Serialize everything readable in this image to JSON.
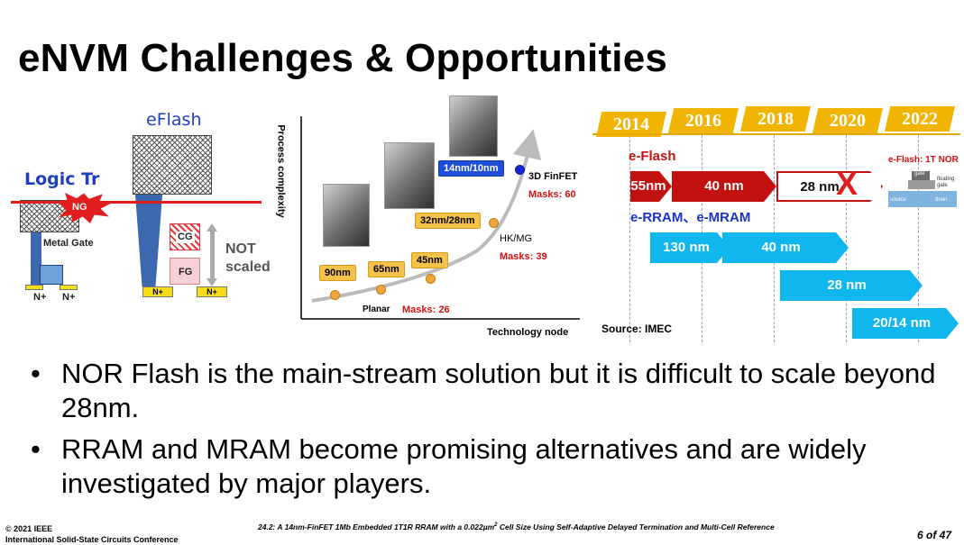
{
  "title": "eNVM Challenges & Opportunities",
  "diagram_left": {
    "logic_tr": "Logic Tr",
    "eflash": "eFlash",
    "ng": "NG",
    "metal_gate": "Metal Gate",
    "nplus_logic": [
      "N+",
      "N+"
    ],
    "cg": "CG",
    "fg": "FG",
    "not_scaled": "NOT scaled",
    "nplus_eflash": [
      "N+",
      "N+"
    ]
  },
  "process_chart": {
    "ylabel": "Process complexity",
    "xlabel": "Technology node",
    "nodes": [
      {
        "label": "90nm"
      },
      {
        "label": "65nm"
      },
      {
        "label": "45nm"
      },
      {
        "label": "32nm/28nm"
      },
      {
        "label": "14nm/10nm"
      }
    ],
    "planar": "Planar",
    "masks_planar": "Masks: 26",
    "hkmg": "HK/MG",
    "masks_hkmg": "Masks: 39",
    "finfet": "3D FinFET",
    "masks_finfet": "Masks: 60"
  },
  "timeline": {
    "years": [
      "2014",
      "2016",
      "2018",
      "2020",
      "2022"
    ],
    "eflash_label": "e-Flash",
    "eflash_arrows": [
      "55nm",
      "40 nm"
    ],
    "eflash_28": "28 nm",
    "cancel_mark": "X",
    "eflash_1t_nor": "e-Flash: 1T NOR",
    "nor_cell": {
      "gate": "gate",
      "floating_gate": "floating gate",
      "source": "source",
      "drain": "drain"
    },
    "rram_label": "e-RRAM、e-MRAM",
    "rram_arrows": [
      "130 nm",
      "40 nm",
      "28 nm",
      "20/14 nm"
    ],
    "source": "Source: IMEC",
    "colors": {
      "flag": "#f1b400",
      "red": "#c2110f",
      "cyan": "#10b6ee"
    }
  },
  "bullets": [
    "NOR Flash is the main-stream solution but it is difficult to scale beyond 28nm.",
    "RRAM and MRAM become promising alternatives and are widely investigated by major players."
  ],
  "footer": {
    "copyright": "© 2021 IEEE",
    "conference": "International Solid-State Circuits Conference",
    "paper_prefix": "24.2: A 14nm-FinFET 1Mb Embedded 1T1R RRAM with a 0.022µm",
    "paper_sup": "2",
    "paper_suffix": " Cell Size Using Self-Adaptive Delayed Termination and Multi-Cell Reference",
    "page": "6 of 47"
  }
}
